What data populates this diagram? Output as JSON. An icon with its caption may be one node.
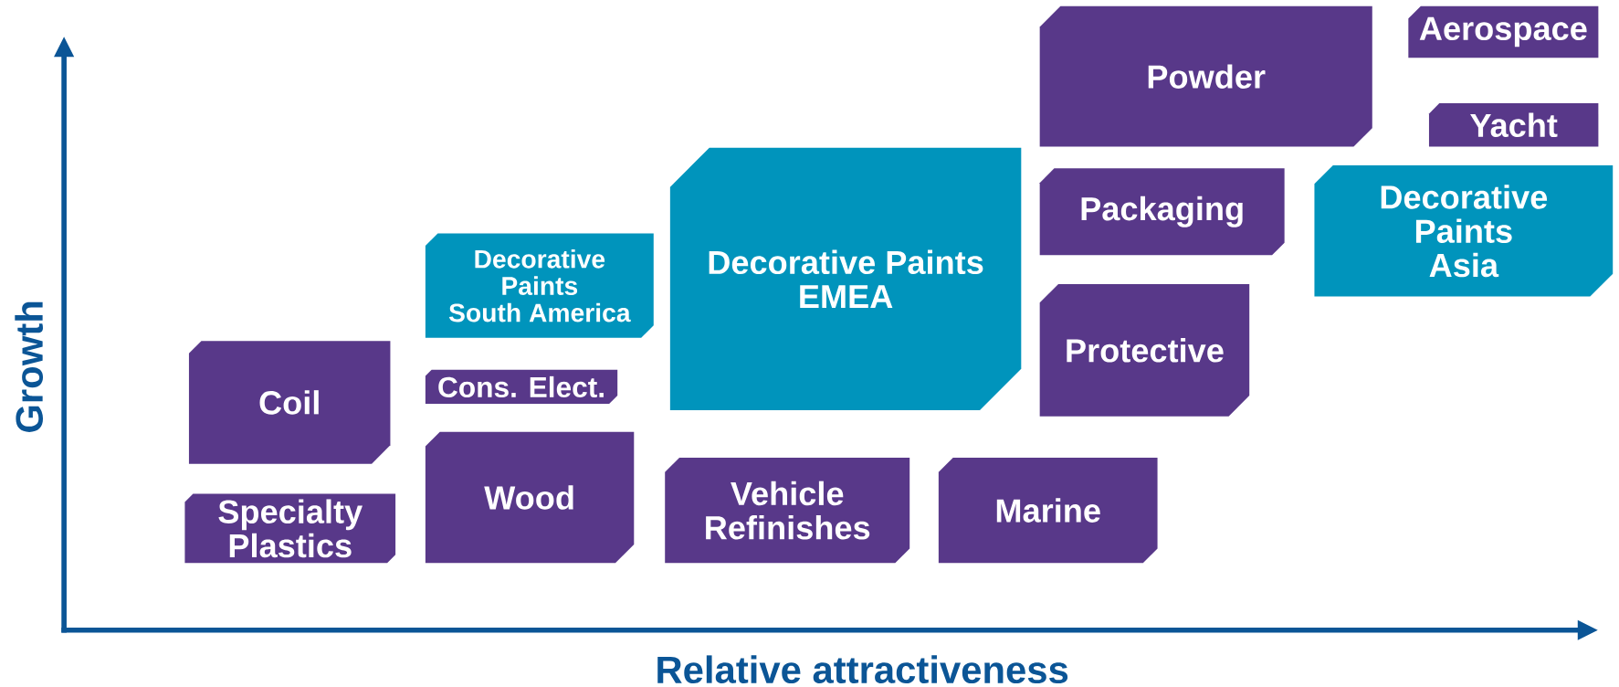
{
  "diagram": {
    "nodes": [
      {
        "text": [
          "Powder"
        ]
      },
      {
        "text": [
          "Aerospace"
        ]
      },
      {
        "text": [
          "Yacht"
        ]
      },
      {
        "text": [
          "Decorative Paints EMEA"
        ]
      },
      {
        "text": [
          "Decorative Paints Asia"
        ]
      },
      {
        "text": [
          "Packaging"
        ]
      },
      {
        "text": [
          "Decorative Paints South America"
        ]
      },
      {
        "text": [
          "Protective"
        ]
      },
      {
        "text": [
          "Coil"
        ]
      },
      {
        "text": [
          "Cons. Elect."
        ]
      },
      {
        "text": [
          "Wood"
        ]
      },
      {
        "text": [
          "Vehicle Refinishes"
        ]
      },
      {
        "text": [
          "Marine"
        ]
      },
      {
        "text": [
          "Specialty Plastics"
        ]
      }
    ],
    "labels": [
      "Growth",
      "Relative attractiveness"
    ]
  }
}
